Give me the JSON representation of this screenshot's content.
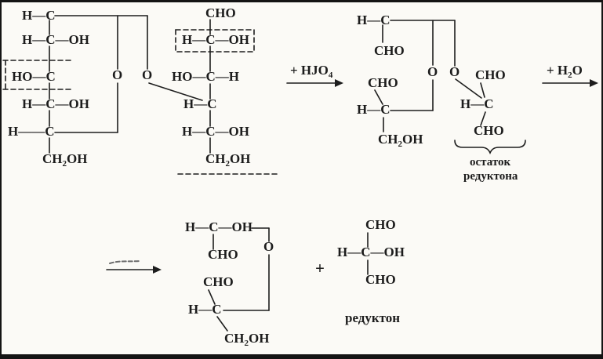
{
  "atoms": {
    "h_c": "H—C",
    "h_c_wide": "H——C",
    "h_c_oh": "H—C—OH",
    "ho_c": "HO—C",
    "ho_c_h": "HO—C—H",
    "cho": "CHO",
    "ch": "CH",
    "oh": "OH",
    "o": "O",
    "two": "2",
    "four": "4",
    "plus": "+"
  },
  "labels": {
    "arrow1_prefix": "+ HJO",
    "arrow2_prefix": "+ H",
    "residue_line1": "остаток",
    "residue_line2": "редуктона",
    "product": "редуктон"
  }
}
